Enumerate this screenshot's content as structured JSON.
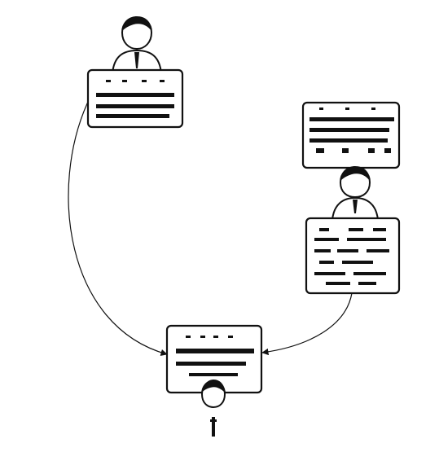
{
  "diagram": {
    "nodes": [
      {
        "id": "top-left",
        "role": "person-with-note"
      },
      {
        "id": "right",
        "role": "person-with-notes"
      },
      {
        "id": "bottom",
        "role": "person-with-note"
      }
    ],
    "edges": [
      {
        "from": "top-left",
        "to": "bottom"
      },
      {
        "from": "right",
        "to": "bottom"
      }
    ]
  },
  "colors": {
    "ink": "#111111",
    "paper": "#ffffff"
  }
}
